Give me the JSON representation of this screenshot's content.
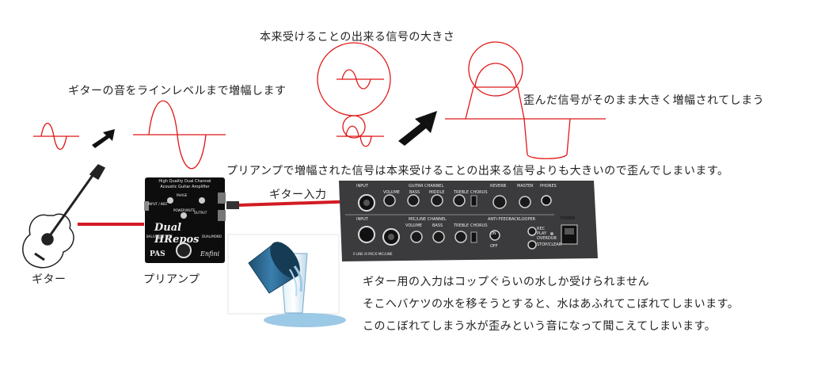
{
  "captions": {
    "boost": "ギターの音をラインレベルまで増幅します",
    "capacity": "本来受けることの出来る信号の大きさ",
    "distorted": "歪んだ信号がそのまま大きく増幅されてしまう",
    "explanation": "プリアンプで増幅された信号は本来受けることの出来る信号よりも大きいので歪んでしまいます。",
    "guitar_input": "ギター入力",
    "guitar": "ギター",
    "preamp": "プリアンプ",
    "analogy_1": "ギター用の入力はコップぐらいの水しか受けられません",
    "analogy_2": "そこへバケツの水を移そうとすると、水はあふれてこぼれてしまいます。",
    "analogy_3": "このこぼれてしまう水が歪みという音になって聞こえてしまいます。"
  },
  "preamp_device": {
    "top1": "High Quality Dual Channel",
    "top2": "Acoustic Guitar Amplifier",
    "phase": "PHASE",
    "power_mute": "POWER/MUTE",
    "model": "Dual HRepos",
    "maker": "PAS",
    "sign": "Enfini",
    "in_left": "INPUT / INST",
    "out_left": "BAL/UNBAL OUT",
    "out_right": "OUTPUT",
    "foot_left": "BAL/UNBAL OUT",
    "foot_right": "DUAL/MONO"
  },
  "amp_panel": {
    "input": "INPUT",
    "guitar_channel": "GUITAR CHANNEL",
    "mic_channel": "MIC/LINE CHANNEL",
    "volume": "VOLUME",
    "bass": "BASS",
    "middle": "MIDDLE",
    "treble": "TREBLE",
    "chorus": "CHORUS",
    "reverb": "REVERB",
    "master": "MASTER",
    "phones": "PHONES",
    "anti_feedback": "ANTI-FEEDBACK",
    "looper": "LOOPER",
    "power": "POWER",
    "on": "ON",
    "off": "OFF",
    "rec": "REC",
    "play": "PLAY",
    "overdub": "OVERDUB",
    "stop_clear": "STOP/CLEAR",
    "mic_hint": "0 LINE /0 MIC/0 MIC/LINE"
  },
  "colors": {
    "signal": "#e01818",
    "cable": "#d21a22",
    "panel": "#3b3b3e",
    "bucket": "#2f6d96",
    "water": "#9cc9e6"
  }
}
